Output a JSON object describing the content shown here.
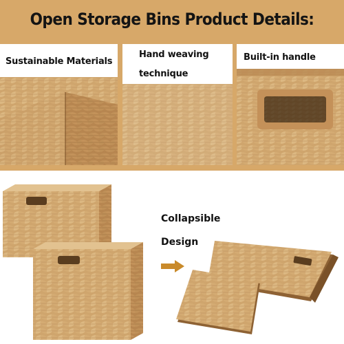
{
  "header": {
    "title": "Open Storage Bins Product Details:"
  },
  "details": [
    {
      "caption": "Sustainable  Materials"
    },
    {
      "caption_line1": "Hand weaving",
      "caption_line2": "technique"
    },
    {
      "caption": "Built-in handle"
    }
  ],
  "collapsible": {
    "line1": "Collapsible",
    "line2": "Design"
  },
  "colors": {
    "panel_background": "#d7a869",
    "weave_light": "#d9b47e",
    "weave_mid": "#c49159",
    "weave_dark": "#8e6234",
    "arrow": "#c98a2a"
  },
  "icons": {
    "arrow": "right-arrow-icon"
  }
}
